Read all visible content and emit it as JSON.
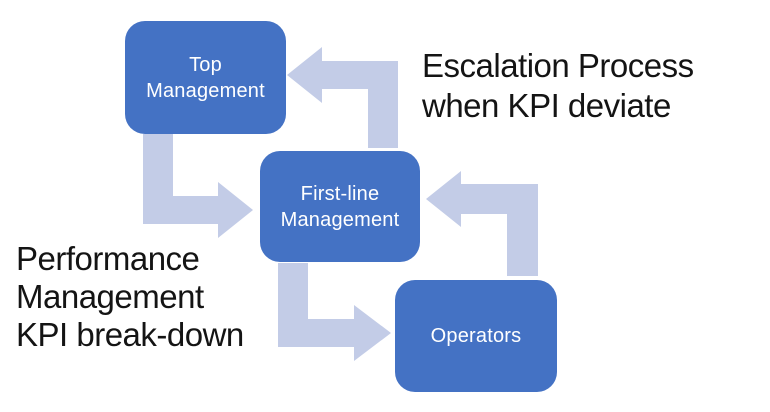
{
  "colors": {
    "canvas_bg": "#ffffff",
    "box_fill": "#4472c4",
    "box_text": "#ffffff",
    "arrow_fill": "#c3cce7",
    "label_text": "#141414"
  },
  "boxes": [
    {
      "name": "top-management",
      "lines": [
        "Top",
        "Management"
      ]
    },
    {
      "name": "first-line-management",
      "lines": [
        "First-line",
        "Management"
      ]
    },
    {
      "name": "operators",
      "lines": [
        "Operators"
      ]
    }
  ],
  "labels": {
    "escalation": {
      "lines": [
        "Escalation Process",
        "when KPI deviate"
      ]
    },
    "performance": {
      "lines": [
        "Performance",
        "Management",
        "KPI break-down"
      ]
    }
  },
  "arrows": [
    {
      "name": "top-to-firstline",
      "from": "Top Management",
      "to": "First-line Management"
    },
    {
      "name": "firstline-to-operators",
      "from": "First-line Management",
      "to": "Operators"
    },
    {
      "name": "operators-to-firstline",
      "from": "Operators",
      "to": "First-line Management"
    },
    {
      "name": "firstline-to-top",
      "from": "First-line Management",
      "to": "Top Management"
    }
  ]
}
